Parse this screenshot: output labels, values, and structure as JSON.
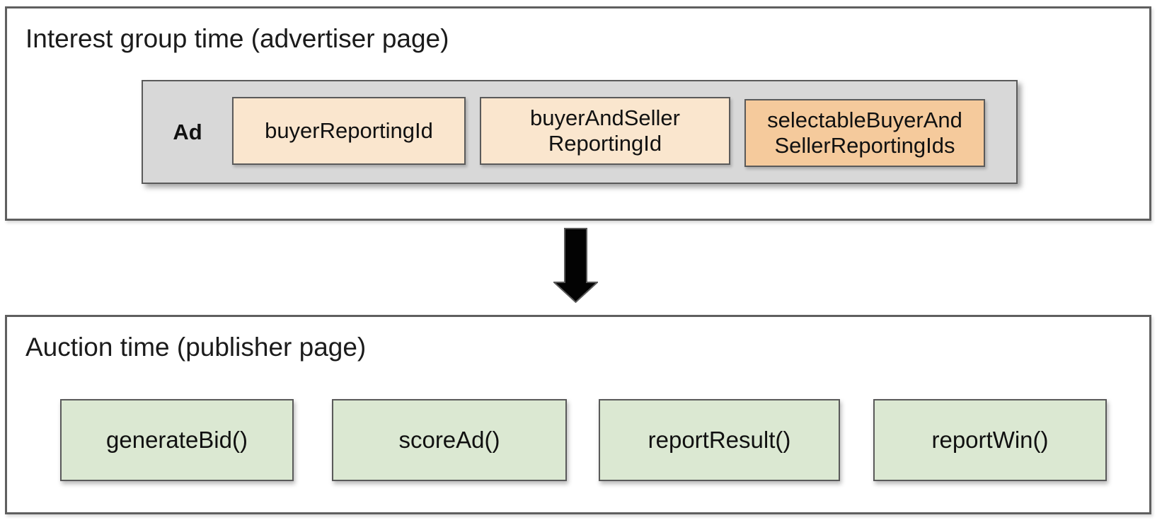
{
  "diagram": {
    "top_panel": {
      "title": "Interest group time (advertiser page)",
      "ad_container": {
        "label": "Ad",
        "id_boxes": [
          {
            "label": "buyerReportingId"
          },
          {
            "label": "buyerAndSeller\nReportingId"
          },
          {
            "label": "selectableBuyerAnd\nSellerReportingIds"
          }
        ]
      }
    },
    "arrow": {
      "direction": "down"
    },
    "bottom_panel": {
      "title": "Auction time (publisher page)",
      "function_boxes": [
        {
          "label": "generateBid()"
        },
        {
          "label": "scoreAd()"
        },
        {
          "label": "reportResult()"
        },
        {
          "label": "reportWin()"
        }
      ]
    },
    "colors": {
      "panel_border": "#5f5f5f",
      "box_border": "#5a5a5a",
      "ad_container_fill": "#d8d8d8",
      "reporting_id_fill": "#fae6ce",
      "selectable_reporting_id_fill": "#f5ca9c",
      "function_box_fill": "#dbe8d2",
      "arrow_fill": "#000000",
      "text": "#111111"
    }
  }
}
